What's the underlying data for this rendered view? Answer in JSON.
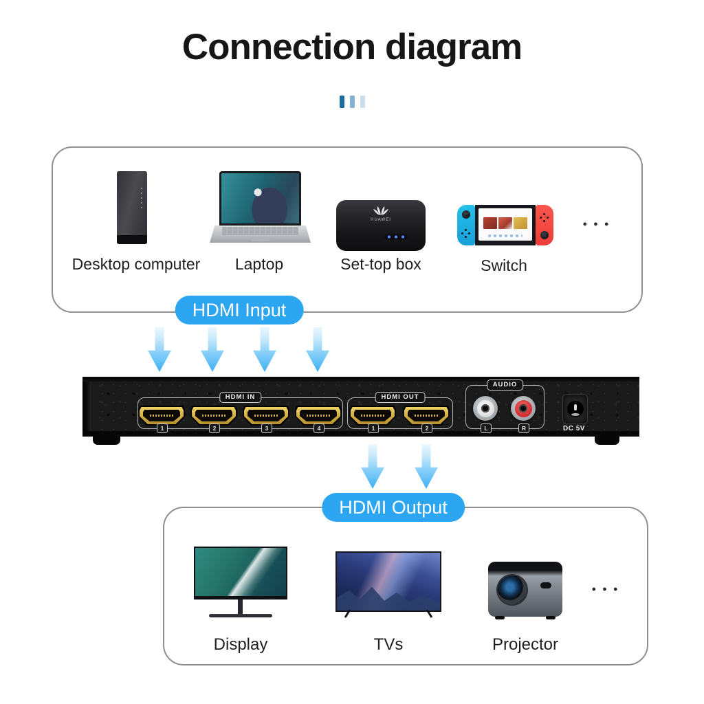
{
  "title": "Connection diagram",
  "accent": {
    "pill_blue": "#2da6f1",
    "arrow_blue": "#3fb0f4",
    "dash_colors": [
      "#1a6ca2",
      "#86b1d1",
      "#ccdde9"
    ],
    "port_gold": "#d6b345"
  },
  "input_section": {
    "badge": "HDMI Input",
    "devices": [
      "Desktop computer",
      "Laptop",
      "Set-top box",
      "Switch"
    ],
    "settop_brand": "HUAWEI",
    "more_icon": "●●●"
  },
  "switch_device": {
    "hdmi_in": {
      "label": "HDMI IN",
      "ports": [
        "1",
        "2",
        "3",
        "4"
      ]
    },
    "hdmi_out": {
      "label": "HDMI OUT",
      "ports": [
        "1",
        "2"
      ]
    },
    "audio": {
      "label": "AUDIO",
      "ports": [
        "L",
        "R"
      ]
    },
    "power_label": "DC 5V"
  },
  "output_section": {
    "badge": "HDMI Output",
    "devices": [
      "Display",
      "TVs",
      "Projector"
    ],
    "more_icon": "●●●"
  }
}
